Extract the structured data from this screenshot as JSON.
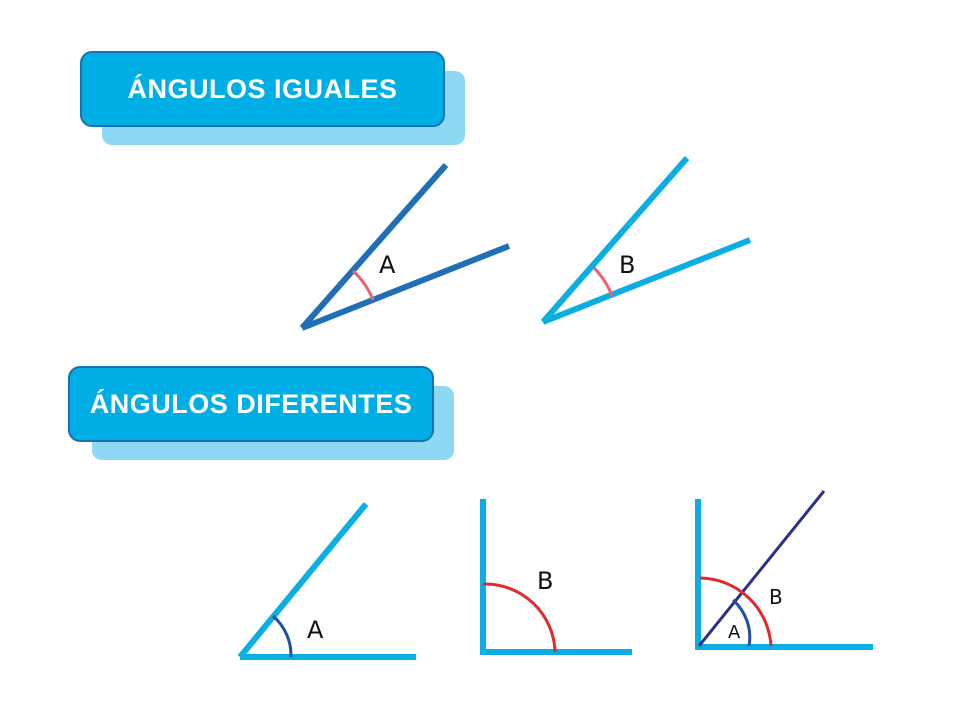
{
  "sections": {
    "equal": {
      "title": "ÁNGULOS IGUALES",
      "angle_a": "A",
      "angle_b": "B"
    },
    "different": {
      "title": "ÁNGULOS DIFERENTES",
      "angle_a": "A",
      "angle_b": "B",
      "combined_a": "A",
      "combined_b": "B"
    }
  },
  "colors": {
    "banner_fill": "#00aee6",
    "banner_shadow": "#8dd8f3",
    "banner_border": "#1b6fb3",
    "line_dark_blue": "#1e6fb6",
    "line_light_blue": "#0aaee2",
    "line_navy": "#2a2f8a",
    "arc_pink": "#e8636e",
    "arc_red": "#e02a2e",
    "arc_blue": "#1d4fa8"
  }
}
